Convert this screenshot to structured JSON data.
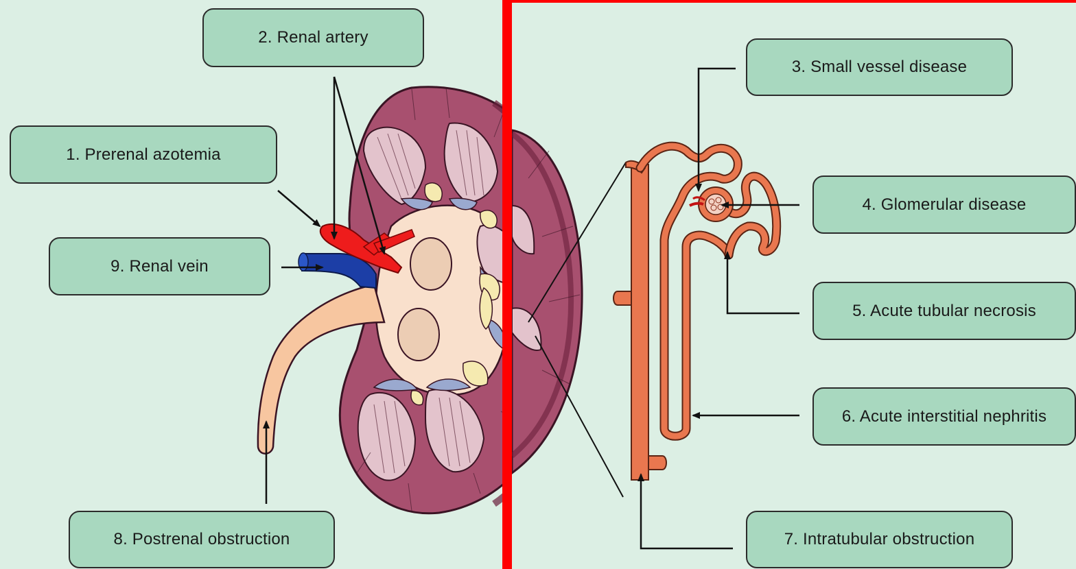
{
  "labels": {
    "prerenal": "1. Prerenal azotemia",
    "renal_artery": "2. Renal artery",
    "small_vessel": "3. Small vessel disease",
    "glomerular": "4. Glomerular disease",
    "atn": "5. Acute tubular necrosis",
    "ain": "6. Acute interstitial nephritis",
    "intratubular": "7. Intratubular obstruction",
    "postrenal": "8. Postrenal obstruction",
    "renal_vein": "9. Renal vein"
  },
  "colors": {
    "background": "#dcefe4",
    "label_fill": "#a8d8bf",
    "divider": "#ff0000",
    "cortex": "#a8506f",
    "cortex_dark": "#7d2b4c",
    "pyramid": "#e3c3cc",
    "pelvis": "#f9e0cc",
    "calyx_blue": "#9aa9cf",
    "fat_yellow": "#f5eab0",
    "ureter": "#f7c6a0",
    "artery": "#ee1c1c",
    "vein": "#1c3ea6",
    "nephron": "#e9774f"
  }
}
